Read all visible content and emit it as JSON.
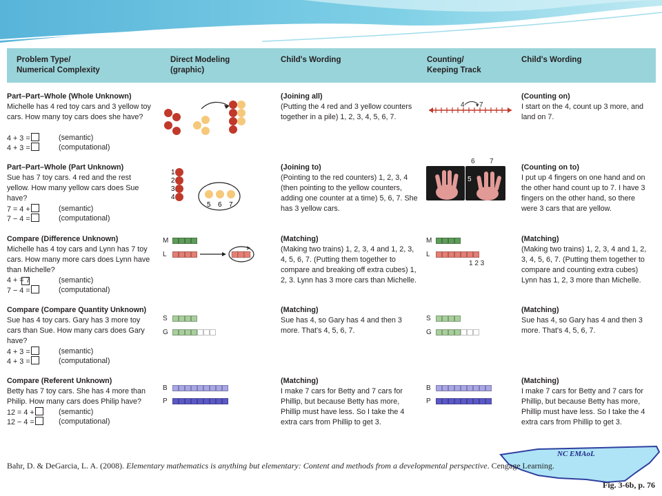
{
  "headers": {
    "problem_type": "Problem Type/\nNumerical Complexity",
    "direct_modeling": "Direct Modeling\n(graphic)",
    "childs_wording_1": "Child's Wording",
    "counting": "Counting/\nKeeping Track",
    "childs_wording_2": "Child's Wording"
  },
  "rows": [
    {
      "title": "Part–Part–Whole (Whole Unknown)",
      "problem": " Michelle has 4 red toy cars and 3 yellow toy cars. How many toy cars does she have?",
      "eq1": "4 + 3 =",
      "eq2": "4 + 3 =",
      "semantic": "(semantic)",
      "computational": "(computational)",
      "wording1_title": "(Joining all)",
      "wording1": "(Putting the 4 red and 3 yellow counters together in a pile) 1, 2, 3, 4, 5, 6, 7.",
      "wording2_title": "(Counting on)",
      "wording2": "I start on the 4, count up 3 more, and land on 7."
    },
    {
      "title": "Part–Part–Whole (Part Unknown)",
      "problem": "Sue has 7 toy cars. 4 red and the rest yellow. How many yellow cars does Sue have?",
      "eq1": "7 = 4 +",
      "eq2": "7 − 4 =",
      "semantic": "(semantic)",
      "computational": "(computational)",
      "wording1_title": "(Joining to)",
      "wording1": "(Pointing to the red counters) 1, 2, 3, 4 (then pointing to the yellow counters, adding one counter at a time) 5, 6, 7. She has 3 yellow cars.",
      "wording2_title": "(Counting on to)",
      "wording2": "I put up 4 fingers on one hand and on the other hand count up to 7. I have 3 fingers on the other hand, so there were 3 cars that are yellow."
    },
    {
      "title": "Compare (Difference Unknown)",
      "problem": "Michelle has 4 toy cars and Lynn has 7 toy cars. How many more cars does Lynn have than Michelle?",
      "eq1": "4 +      = 7",
      "eq2": "7 − 4 =",
      "semantic": "(semantic)",
      "computational": "(computational)",
      "wording1_title": "(Matching)",
      "wording1": "(Making two trains) 1, 2, 3, 4 and 1, 2, 3, 4, 5, 6, 7. (Putting them together to compare and breaking off extra cubes) 1, 2, 3. Lynn has 3 more cars than Michelle.",
      "wording2_title": "(Matching)",
      "wording2": "(Making two trains) 1, 2, 3, 4 and 1, 2, 3, 4, 5, 6, 7. (Putting them together to compare and counting extra cubes) Lynn has 1, 2, 3 more than Michelle."
    },
    {
      "title": "Compare (Compare Quantity Unknown)",
      "problem": "Sue has 4 toy cars. Gary has 3 more toy cars than Sue. How many cars does Gary have?",
      "eq1": "4 + 3 =",
      "eq2": "4 + 3 =",
      "semantic": "(semantic)",
      "computational": "(computational)",
      "wording1_title": "(Matching)",
      "wording1": "Sue has 4, so Gary has 4 and then 3 more. That's 4, 5, 6, 7.",
      "wording2_title": "(Matching)",
      "wording2": "Sue has 4, so Gary has 4 and then 3 more. That's 4, 5, 6, 7."
    },
    {
      "title": "Compare (Referent Unknown)",
      "problem": "Betty has 7 toy cars. She has 4 more than Philip. How many cars does Philip have?",
      "eq1": "12 = 4 +",
      "eq2": "12 − 4 =",
      "semantic": "(semantic)",
      "computational": "(computational)",
      "wording1_title": "(Matching)",
      "wording1": "I make 7 cars for Betty and 7 cars for Phillip, but because Betty has more, Phillip must have less. So I take the 4 extra cars from Phillip to get 3.",
      "wording2_title": "(Matching)",
      "wording2": "I make 7 cars for Betty and 7 cars for Phillip, but because Betty has more, Phillip must have less. So I take the 4 extra cars from Phillip to get 3."
    }
  ],
  "graphics": {
    "numberline_labels": [
      "4",
      "7"
    ],
    "red_counter_numbers": [
      "1",
      "2",
      "3",
      "4"
    ],
    "yellow_counter_numbers": [
      "5",
      "6",
      "7"
    ],
    "hand_numbers": [
      "6",
      "7",
      "5"
    ],
    "train_labels": {
      "m": "M",
      "l": "L",
      "s": "S",
      "g": "G",
      "b": "B",
      "p": "P"
    },
    "count_123": "1 2 3",
    "colors": {
      "header": "#99d4da",
      "red_counter": "#c0392b",
      "yellow_counter": "#f6c87a",
      "green_cube": "#5e9c5a",
      "green_light": "#a8cf9c",
      "salmon_cube": "#e57f74",
      "blue_light": "#a8a6e6",
      "blue_dark": "#5b58c7"
    }
  },
  "reference": {
    "authors": "Bahr, D. & DeGarcia, L. A. (2008). ",
    "title": "Elementary mathematics is anything but elementary: Content and methods from a developmental perspective",
    "publisher": ". Cengage Learning."
  },
  "figure_label": "Fig. 3-6b, p. 76",
  "logo_text": "NC EMAoL"
}
